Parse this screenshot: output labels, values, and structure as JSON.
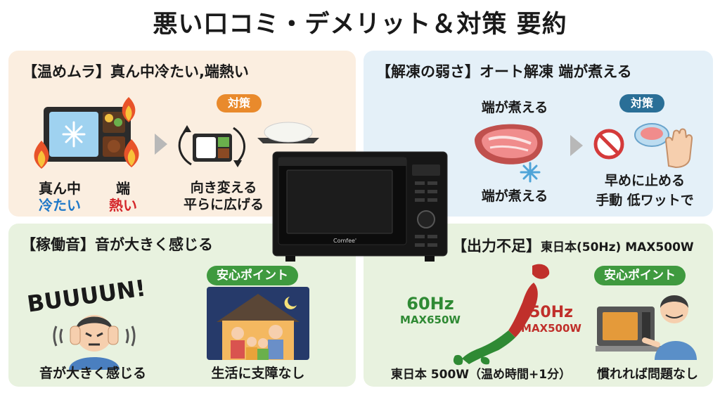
{
  "title": "悪い口コミ・デメリット＆対策 要約",
  "panels": {
    "heating": {
      "heading": "【温めムラ】真ん中冷たい,端熱い",
      "center_line1": "真ん中",
      "center_line2": "冷たい",
      "edge_line1": "端",
      "edge_line2": "熱い",
      "badge": "対策",
      "tip_line1": "向き変える",
      "tip_line2": "平らに広げる"
    },
    "defrost": {
      "heading": "【解凍の弱さ】オート解凍 端が煮える",
      "label_top": "端が煮える",
      "label_bottom": "端が煮える",
      "badge": "対策",
      "tip_line1": "早めに止める",
      "tip_line2": "手動 低ワットで"
    },
    "noise": {
      "heading": "【稼働音】音が大きく感じる",
      "sound_text": "BUUUUN!",
      "caption": "音が大きく感じる",
      "badge": "安心ポイント",
      "tip": "生活に支障なし"
    },
    "power": {
      "heading": "【出力不足】",
      "heading_sub": "東日本(50Hz) MAX500W",
      "west_hz": "60Hz",
      "west_max": "MAX650W",
      "east_hz": "50Hz",
      "east_max": "MAX500W",
      "caption": "東日本 500W（温め時間+1分）",
      "badge": "安心ポイント",
      "tip": "慣れれば問題なし"
    }
  },
  "product": {
    "brand": "Comfee'"
  },
  "colors": {
    "heating_panel": "#fbeee0",
    "defrost_panel": "#e4f0f8",
    "noise_panel": "#e8f2df",
    "power_panel": "#e8f2df",
    "badge_orange": "#e98a2c",
    "badge_blue": "#2a6f97",
    "badge_green": "#3f9a3f",
    "cold_blue": "#1f78c8",
    "hot_red": "#d4262a",
    "japan_red": "#c0302b",
    "japan_green": "#2f8a34"
  }
}
